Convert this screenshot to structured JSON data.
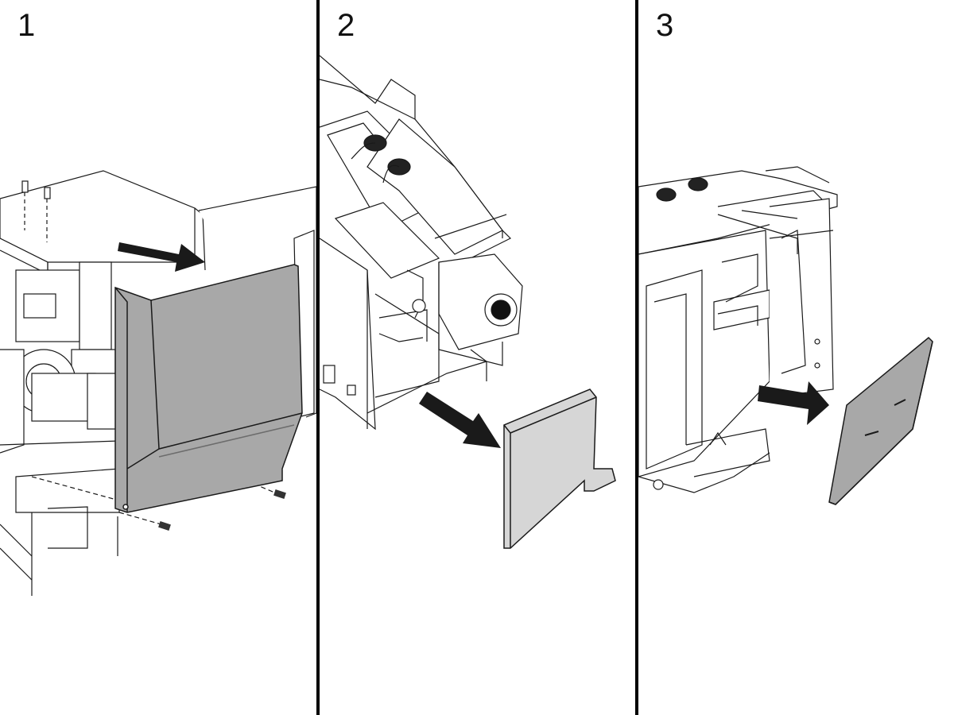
{
  "steps": [
    {
      "number": "1"
    },
    {
      "number": "2"
    },
    {
      "number": "3"
    }
  ],
  "colors": {
    "line": "#1a1a1a",
    "panel_fill": "#a8a8a8",
    "panel_fill_dark": "#8f8f8f",
    "panel_fill_light": "#d6d6d6",
    "arrow": "#1a1a1a"
  },
  "icons": [
    "arrow-right-icon",
    "screw-icon"
  ]
}
